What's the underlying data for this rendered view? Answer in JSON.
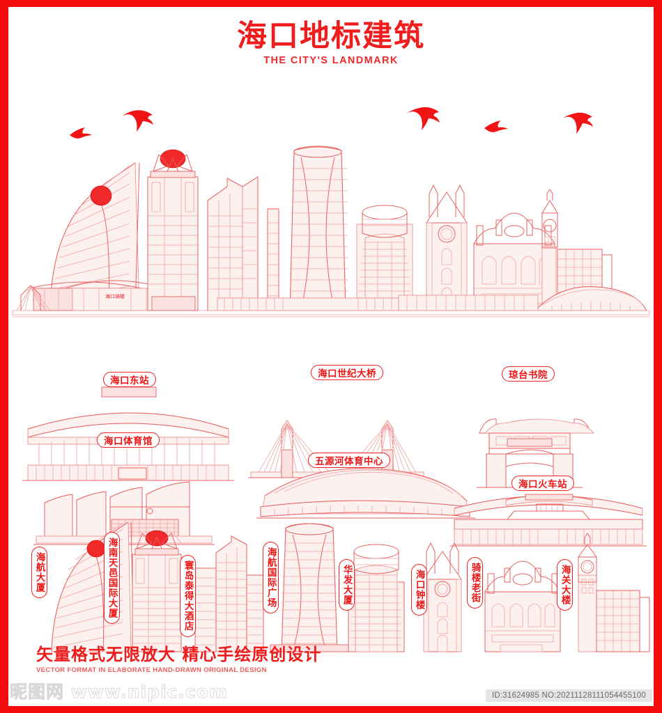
{
  "header": {
    "title_cn": "海口地标建筑",
    "title_en": "THE CITY'S LANDMARK"
  },
  "skyline_panel": {
    "name": "haikou-skyline-illustration",
    "sign_text": "海口骑楼"
  },
  "landmark_labels": {
    "east_station": "海口东站",
    "century_bridge": "海口世纪大桥",
    "qiongtai_academy": "琼台书院",
    "sports_hall": "海口体育馆",
    "wuyuanhe_sports_center": "五源河体育中心",
    "railway_station": "海口火车站",
    "hna_tower": "海航大厦",
    "hainan_tianyi_intl_tower": "海南天邑国际大厦",
    "huandao_tide_hotel": "寰岛泰得大酒店",
    "hna_intl_plaza": "海航国际广场",
    "huafa_tower": "华发大厦",
    "haikou_clock_tower": "海口钟楼",
    "qilou_old_street": "骑楼老街",
    "customs_building": "海关大楼"
  },
  "footer": {
    "tagline_cn": "矢量格式无限放大  精心手绘原创设计",
    "tagline_en": "VECTOR FORMAT IN ELABORATE HAND-DRAWN ORIGINAL DESIGN"
  },
  "watermark": {
    "logo_text": "昵图网 www.nipic.com",
    "id_text": "ID:31624985 NO:20211128111054455100"
  },
  "colors": {
    "frame_red": "#f40b0b",
    "title_red": "#ef1d1d",
    "line_red": "#e8615f",
    "fill_pink": "#fbe2e1",
    "bird_red": "#f01414"
  }
}
